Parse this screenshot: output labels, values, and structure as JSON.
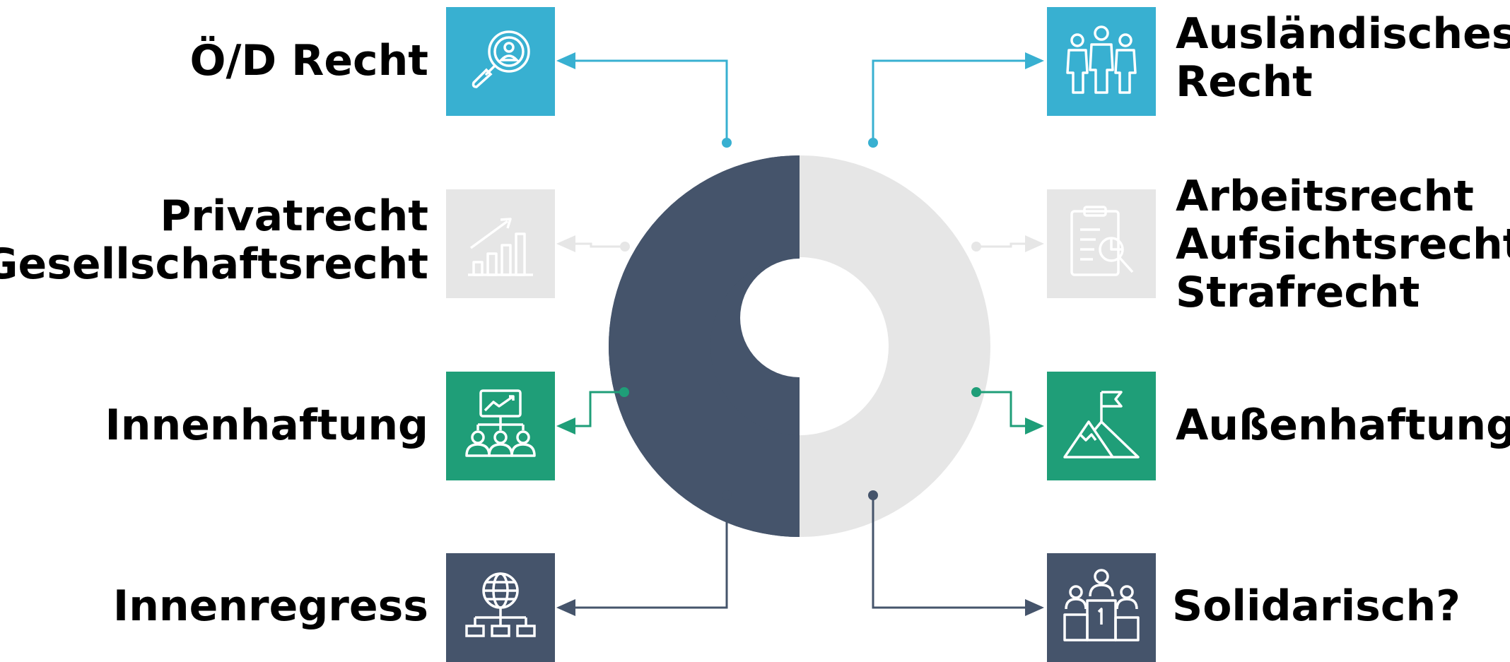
{
  "colors": {
    "blue": "#38b0d1",
    "gray": "#e6e6e6",
    "green": "#1f9e78",
    "navy": "#45546b",
    "ring_dark": "#45546b",
    "ring_light": "#e6e6e6"
  },
  "items": {
    "top_left": {
      "lines": [
        "Ö/D Recht"
      ],
      "icon": "magnifier-person-icon",
      "color": "blue"
    },
    "mid_left": {
      "lines": [
        "Privatrecht",
        "Gesellschaftsrecht"
      ],
      "icon": "growth-chart-icon",
      "color": "gray"
    },
    "low_left": {
      "lines": [
        "Innenhaftung"
      ],
      "icon": "team-presentation-icon",
      "color": "green"
    },
    "bottom_left": {
      "lines": [
        "Innenregress"
      ],
      "icon": "globe-network-icon",
      "color": "navy"
    },
    "top_right": {
      "lines": [
        "Ausländisches",
        "Recht"
      ],
      "icon": "group-people-icon",
      "color": "blue"
    },
    "mid_right": {
      "lines": [
        "Arbeitsrecht",
        "Aufsichtsrecht",
        "Strafrecht"
      ],
      "icon": "clipboard-search-icon",
      "color": "gray"
    },
    "low_right": {
      "lines": [
        "Außenhaftung"
      ],
      "icon": "mountain-flag-icon",
      "color": "green"
    },
    "bottom_right": {
      "lines": [
        "Solidarisch?"
      ],
      "icon": "podium-icon",
      "color": "navy"
    }
  }
}
